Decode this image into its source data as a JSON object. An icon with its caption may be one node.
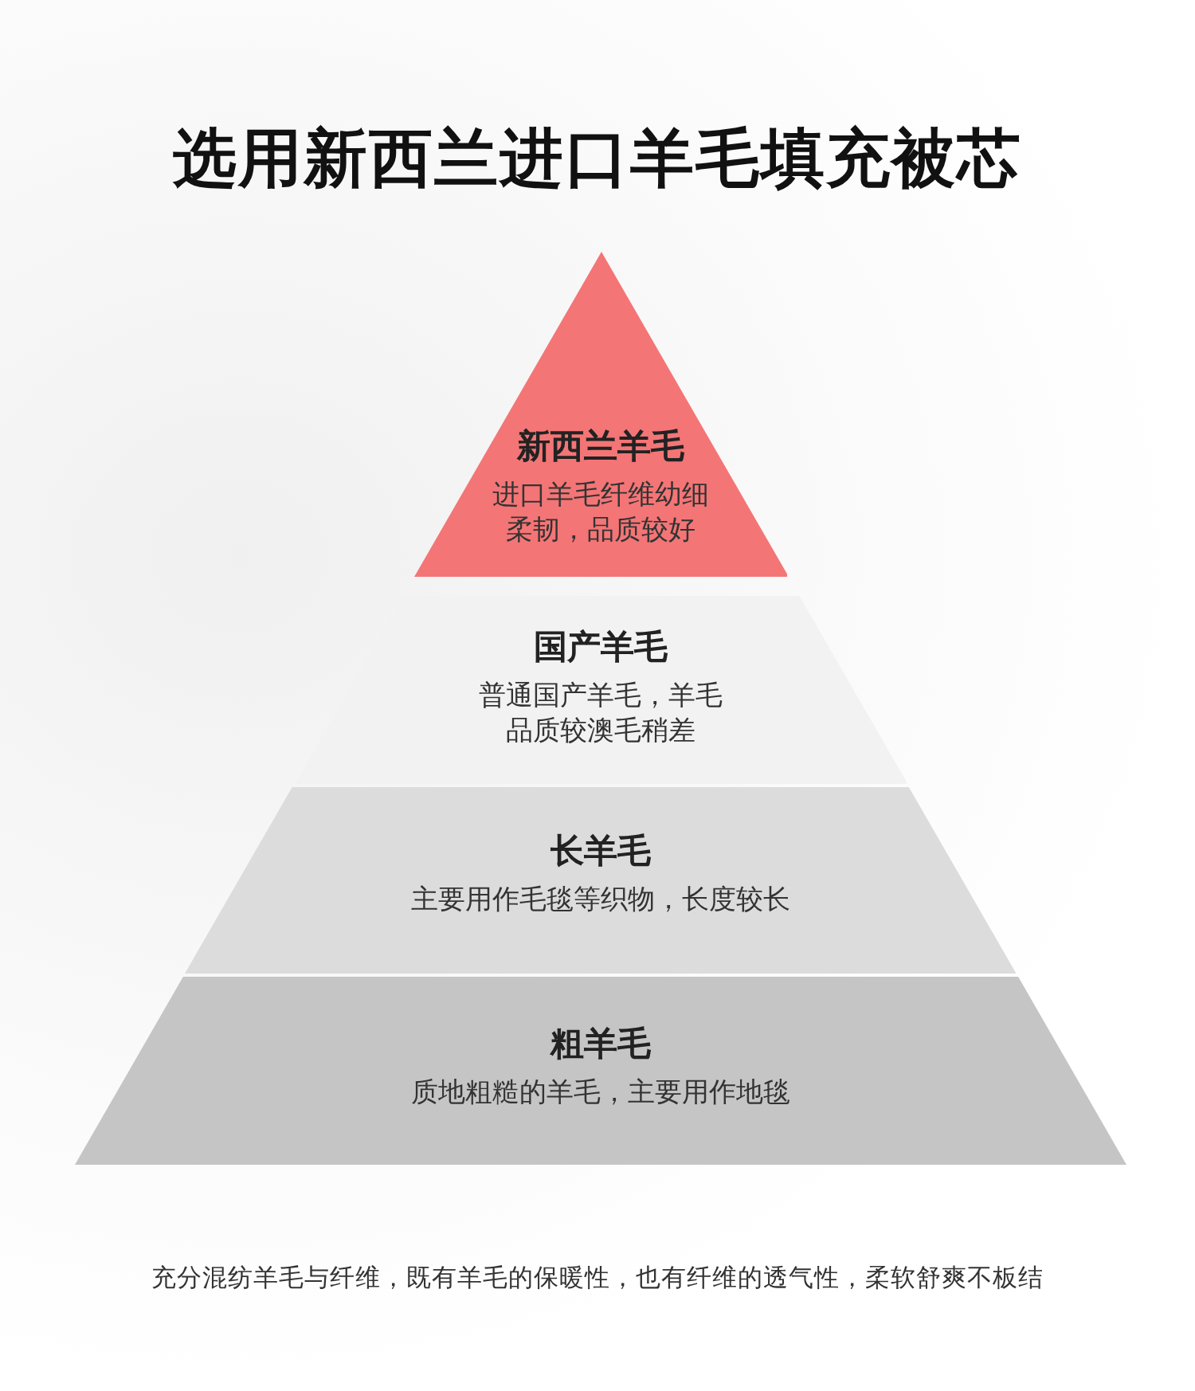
{
  "diagram": {
    "title": "选用新西兰进口羊毛填充被芯",
    "nodes": [
      {
        "text": [
          "新西兰羊毛",
          "进口羊毛纤维幼细柔韧，品质较好"
        ]
      },
      {
        "text": [
          "国产羊毛",
          "普通国产羊毛，羊毛品质较澳毛稍差"
        ]
      },
      {
        "text": [
          "长羊毛",
          "主要用作毛毯等织物，长度较长"
        ]
      },
      {
        "text": [
          "粗羊毛",
          "质地粗糙的羊毛，主要用作地毯"
        ]
      }
    ],
    "caption": "充分混纺羊毛与纤维，既有羊毛的保暖性，也有纤维的透气性，柔软舒爽不板结"
  }
}
